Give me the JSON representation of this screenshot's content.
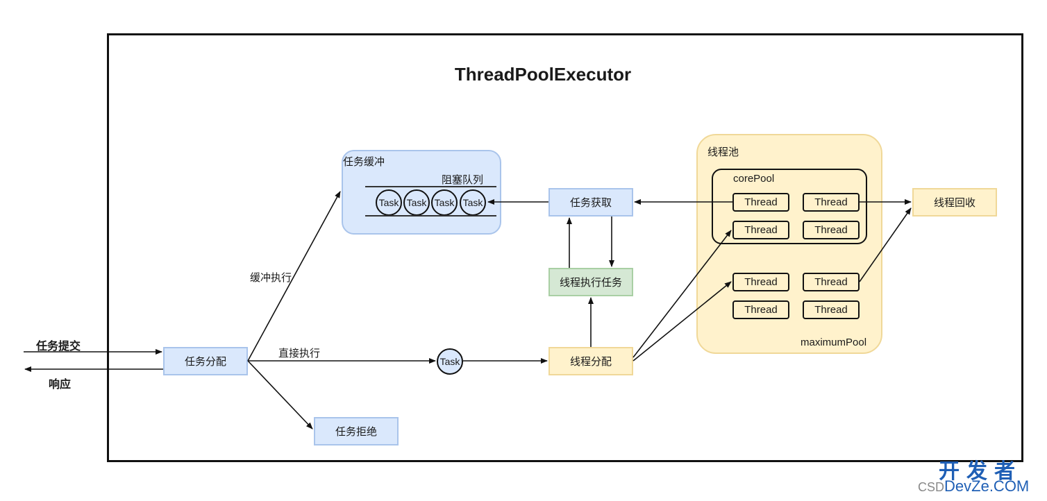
{
  "title": "ThreadPoolExecutor",
  "external": {
    "submit": "任务提交",
    "response": "响应"
  },
  "nodes": {
    "dispatch": "任务分配",
    "reject": "任务拒绝",
    "buffer_region": "任务缓冲",
    "queue_label": "阻塞队列",
    "fetch": "任务获取",
    "execute": "线程执行任务",
    "thread_assign": "线程分配",
    "recycle": "线程回收",
    "direct_task": "Task"
  },
  "queue_tasks": [
    "Task",
    "Task",
    "Task",
    "Task"
  ],
  "edge_labels": {
    "buffer_exec": "缓冲执行",
    "direct_exec": "直接执行"
  },
  "pool": {
    "label": "线程池",
    "core_label": "corePool",
    "max_label": "maximumPool",
    "core_threads": [
      "Thread",
      "Thread",
      "Thread",
      "Thread"
    ],
    "extra_threads": [
      "Thread",
      "Thread",
      "Thread",
      "Thread"
    ]
  },
  "watermark": {
    "line1": "开发者",
    "prefix": "CSD",
    "line2": "DevZe.COM"
  },
  "colors": {
    "blue_fill": "#dae8fc",
    "yellow_fill": "#fff2cc",
    "green_fill": "#d5e8d4",
    "frame": "#111111"
  }
}
